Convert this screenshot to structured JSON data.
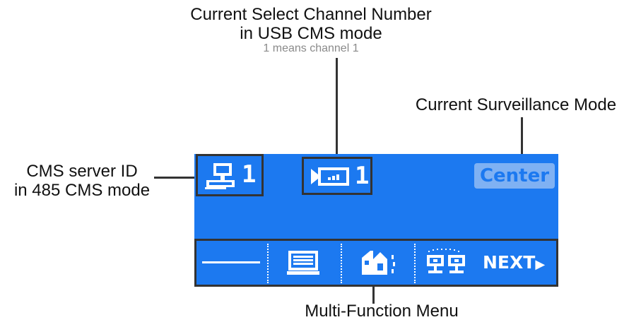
{
  "labels": {
    "channel_title_line1": "Current Select Channel Number",
    "channel_title_line2": "in USB CMS mode",
    "channel_sub": "1 means channel 1",
    "mode_label": "Current Surveillance Mode",
    "cms_line1": "CMS server ID",
    "cms_line2": "in 485 CMS mode",
    "menu_label": "Multi-Function Menu"
  },
  "lcd": {
    "background": "#1c79f0",
    "server_id": "1",
    "channel_number": "1",
    "mode_badge": "Center",
    "menu": {
      "items": [
        {
          "icon": "dash-icon"
        },
        {
          "icon": "keyboard-icon"
        },
        {
          "icon": "building-phone-icon"
        },
        {
          "icon": "cameras-icon"
        }
      ],
      "next_label": "NEXT"
    }
  }
}
